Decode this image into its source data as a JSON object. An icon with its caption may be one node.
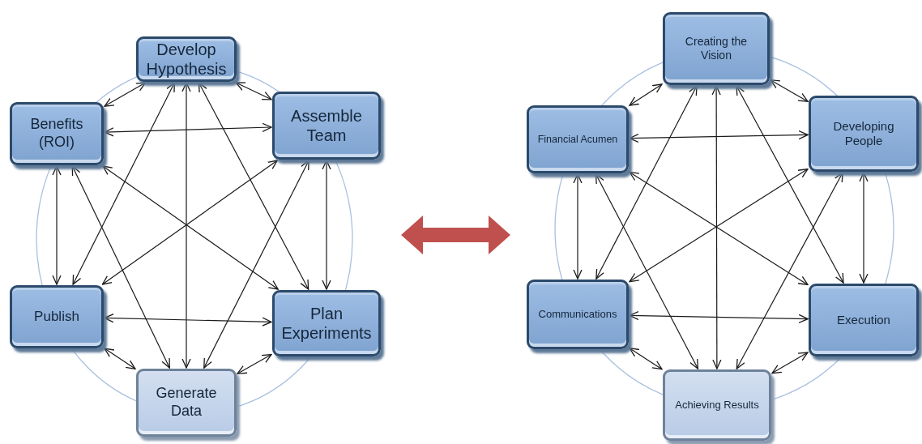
{
  "diagram": {
    "nodes": [
      {
        "text": [
          "Develop Hypothesis"
        ]
      },
      {
        "text": [
          "Benefits (ROI)"
        ]
      },
      {
        "text": [
          "Assemble Team"
        ]
      },
      {
        "text": [
          "Publish"
        ]
      },
      {
        "text": [
          "Plan Experiments"
        ]
      },
      {
        "text": [
          "Generate Data"
        ]
      },
      {
        "text": [
          "Creating the Vision"
        ]
      },
      {
        "text": [
          "Financial Acumen"
        ]
      },
      {
        "text": [
          "Developing People"
        ]
      },
      {
        "text": [
          "Communications"
        ]
      },
      {
        "text": [
          "Execution"
        ]
      },
      {
        "text": [
          "Achieving Results"
        ]
      }
    ],
    "edges": [
      {
        "from": 0,
        "to": 1,
        "arrow": "both"
      },
      {
        "from": 0,
        "to": 2,
        "arrow": "both"
      },
      {
        "from": 0,
        "to": 3,
        "arrow": "both"
      },
      {
        "from": 0,
        "to": 4,
        "arrow": "both"
      },
      {
        "from": 0,
        "to": 5,
        "arrow": "both"
      },
      {
        "from": 1,
        "to": 2,
        "arrow": "both"
      },
      {
        "from": 1,
        "to": 3,
        "arrow": "both"
      },
      {
        "from": 1,
        "to": 4,
        "arrow": "both"
      },
      {
        "from": 1,
        "to": 5,
        "arrow": "both"
      },
      {
        "from": 2,
        "to": 3,
        "arrow": "both"
      },
      {
        "from": 2,
        "to": 4,
        "arrow": "both"
      },
      {
        "from": 2,
        "to": 5,
        "arrow": "both"
      },
      {
        "from": 3,
        "to": 4,
        "arrow": "both"
      },
      {
        "from": 3,
        "to": 5,
        "arrow": "both"
      },
      {
        "from": 4,
        "to": 5,
        "arrow": "both"
      },
      {
        "from": 6,
        "to": 7,
        "arrow": "both"
      },
      {
        "from": 6,
        "to": 8,
        "arrow": "both"
      },
      {
        "from": 6,
        "to": 9,
        "arrow": "both"
      },
      {
        "from": 6,
        "to": 10,
        "arrow": "both"
      },
      {
        "from": 6,
        "to": 11,
        "arrow": "both"
      },
      {
        "from": 7,
        "to": 8,
        "arrow": "both"
      },
      {
        "from": 7,
        "to": 9,
        "arrow": "both"
      },
      {
        "from": 7,
        "to": 10,
        "arrow": "both"
      },
      {
        "from": 7,
        "to": 11,
        "arrow": "both"
      },
      {
        "from": 8,
        "to": 9,
        "arrow": "both"
      },
      {
        "from": 8,
        "to": 10,
        "arrow": "both"
      },
      {
        "from": 8,
        "to": 11,
        "arrow": "both"
      },
      {
        "from": 9,
        "to": 10,
        "arrow": "both"
      },
      {
        "from": 9,
        "to": 11,
        "arrow": "both"
      },
      {
        "from": 10,
        "to": 11,
        "arrow": "both"
      }
    ]
  }
}
